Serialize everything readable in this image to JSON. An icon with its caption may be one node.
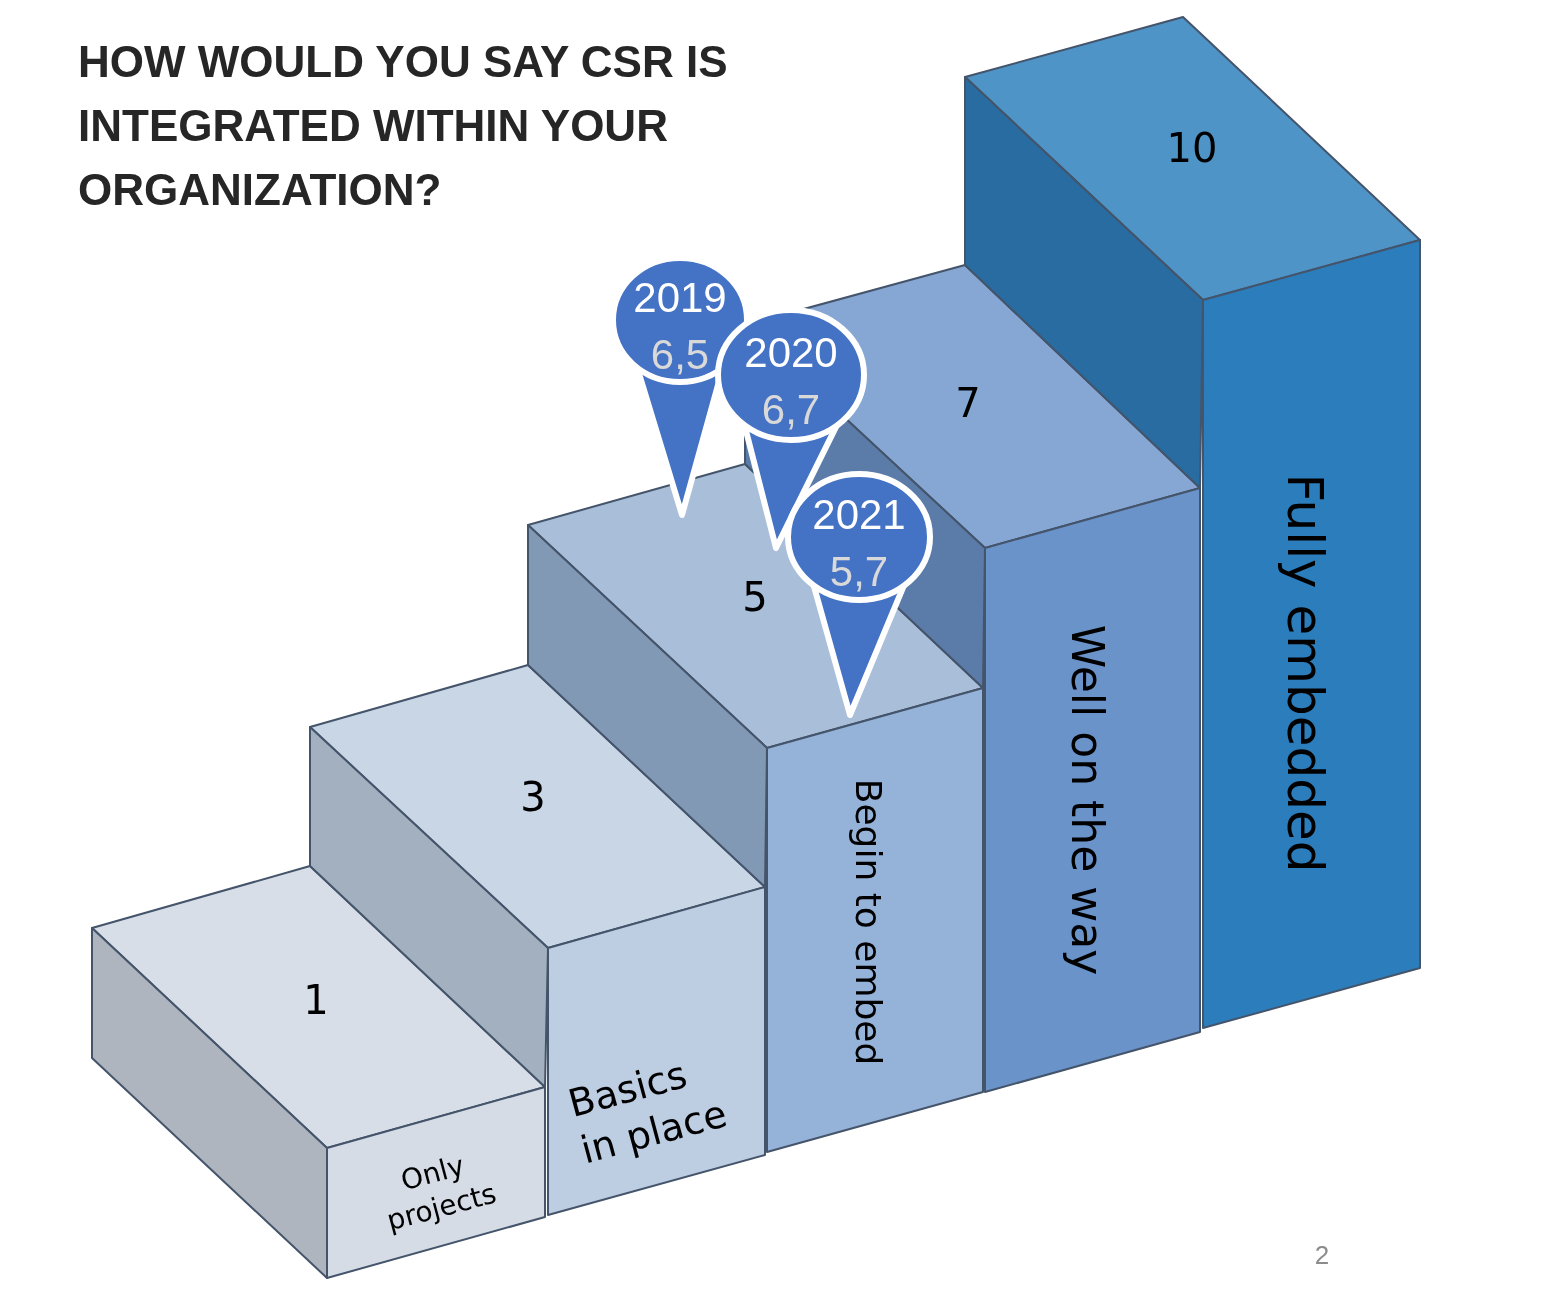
{
  "diagram": {
    "title": "HOW WOULD YOU SAY CSR IS INTEGRATED WITHIN YOUR ORGANIZATION?",
    "nodes": [
      {
        "text": [
          "Only projects"
        ]
      },
      {
        "text": [
          "Basics in place"
        ]
      },
      {
        "text": [
          "Begin to embed"
        ]
      },
      {
        "text": [
          "Well on the way"
        ]
      },
      {
        "text": [
          "Fully embedded"
        ]
      },
      {
        "text": [
          "2019",
          "6,5"
        ]
      },
      {
        "text": [
          "2020",
          "6,7"
        ]
      },
      {
        "text": [
          "2021",
          "5,7"
        ]
      }
    ],
    "labels": [
      "1",
      "3",
      "5",
      "7",
      "10",
      "2"
    ]
  }
}
